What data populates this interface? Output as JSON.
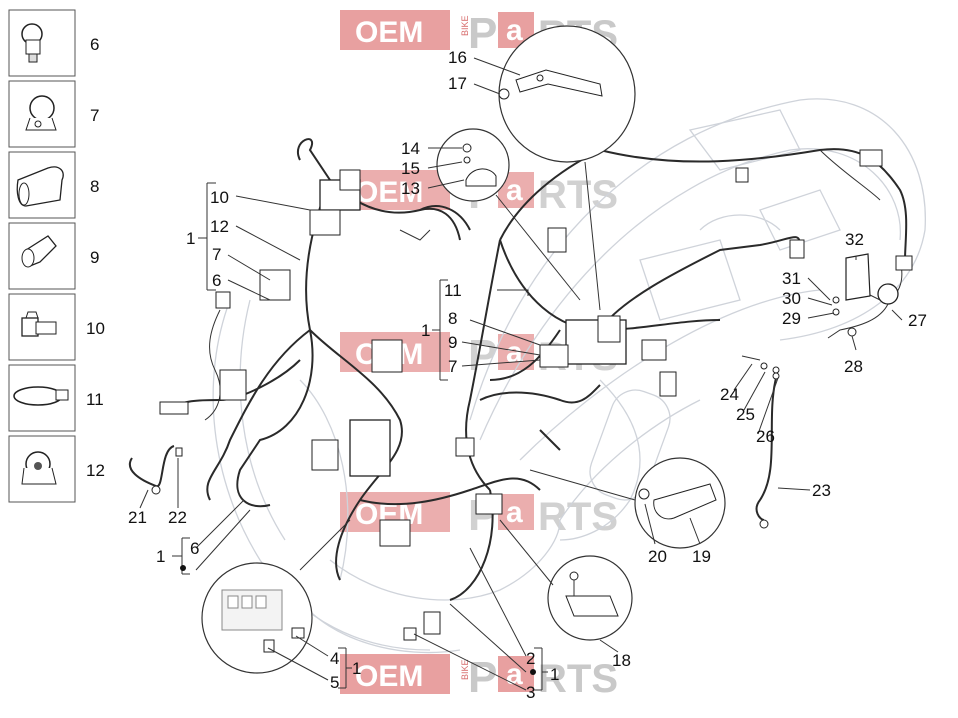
{
  "watermark": {
    "oem": "OEM",
    "bike": "BIKE",
    "p": "P",
    "a": "a",
    "rts": "RTS"
  },
  "legend_items": [
    {
      "number": "6",
      "icon": "sensor-clip-icon"
    },
    {
      "number": "7",
      "icon": "cable-clamp-icon"
    },
    {
      "number": "8",
      "icon": "terminal-cover-icon"
    },
    {
      "number": "9",
      "icon": "rubber-boot-icon"
    },
    {
      "number": "10",
      "icon": "connector-holder-icon"
    },
    {
      "number": "11",
      "icon": "cable-tie-icon"
    },
    {
      "number": "12",
      "icon": "ring-clip-icon"
    }
  ],
  "callouts": {
    "left_group": [
      "10",
      "12",
      "7",
      "6"
    ],
    "left_group_parent": "1",
    "center_group": [
      "11",
      "8",
      "9",
      "7"
    ],
    "center_group_parent": "1",
    "top_detail": [
      "16",
      "17"
    ],
    "small_detail": [
      "14",
      "15",
      "13"
    ],
    "right_group": [
      "32",
      "31",
      "30",
      "29",
      "27",
      "28"
    ],
    "ground_cable": [
      "24",
      "25",
      "26",
      "23"
    ],
    "bracket_detail": [
      "20",
      "19"
    ],
    "battery_cable": [
      "21",
      "22"
    ],
    "bottom_left_group": [
      "6"
    ],
    "bottom_left_parent": "1",
    "fuse_group": [
      "4",
      "5"
    ],
    "fuse_parent": "1",
    "bottom_right_group": [
      "2",
      "3"
    ],
    "bottom_right_parent": "1",
    "plate_detail": [
      "18"
    ]
  }
}
